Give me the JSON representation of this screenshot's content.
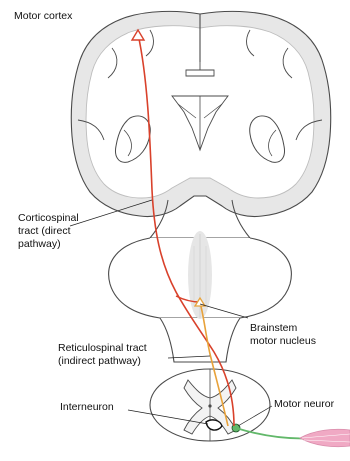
{
  "labels": {
    "motor_cortex": "Motor cortex",
    "corticospinal_line1": "Corticospinal",
    "corticospinal_line2": "tract (direct",
    "corticospinal_line3": "pathway)",
    "brainstem_line1": "Brainstem",
    "brainstem_line2": "motor nucleus",
    "reticulospinal_line1": "Reticulospinal tract",
    "reticulospinal_line2": "(indirect pathway)",
    "interneuron": "Interneuron",
    "motor_neuron": "Motor neuror"
  },
  "colors": {
    "corticospinal_tract": "#d9412b",
    "reticulospinal_tract": "#e8a23a",
    "motor_axon": "#62b86a",
    "muscle": "#f0a9c4",
    "outline": "#4a4a4a",
    "cortex_gray": "#c9c9c9",
    "leader_line": "#222222"
  }
}
